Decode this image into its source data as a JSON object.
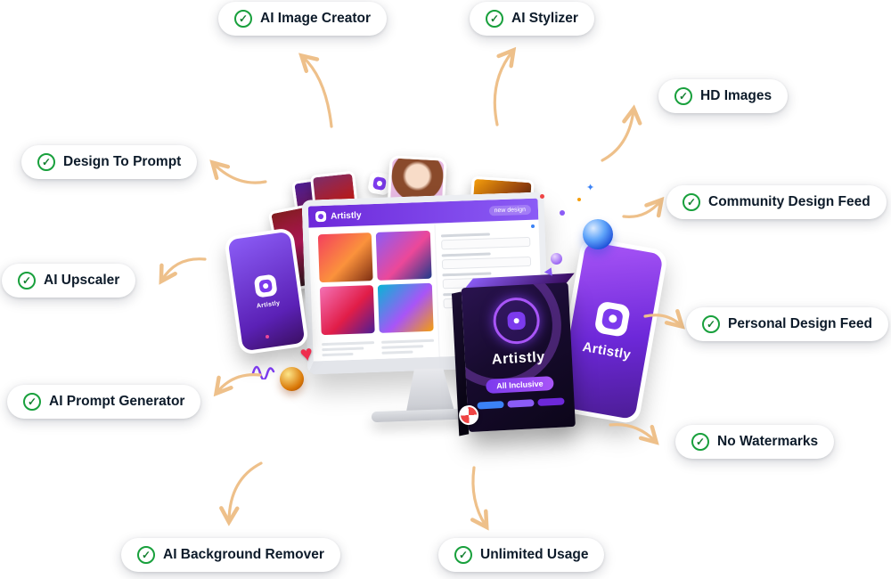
{
  "badges": [
    {
      "label": "AI Image Creator"
    },
    {
      "label": "AI Stylizer"
    },
    {
      "label": "HD Images"
    },
    {
      "label": "Design To Prompt"
    },
    {
      "label": "Community Design Feed"
    },
    {
      "label": "AI Upscaler"
    },
    {
      "label": "Personal Design Feed"
    },
    {
      "label": "AI Prompt Generator"
    },
    {
      "label": "No Watermarks"
    },
    {
      "label": "AI Background Remover"
    },
    {
      "label": "Unlimited Usage"
    }
  ],
  "icons": {
    "check": "✓",
    "heart": "♥",
    "sparkle": "✦"
  },
  "monitor": {
    "app_title": "Artistly",
    "header_action": "new design"
  },
  "phone": {
    "title": "Artistly"
  },
  "tablet": {
    "title": "Artistly"
  },
  "box": {
    "title": "Artistly",
    "ribbon": "All Inclusive"
  },
  "colors": {
    "arrow": "#eec08a",
    "check_green": "#18a03c",
    "brand_purple": "#7c3aed",
    "badge_text": "#0d1b2a"
  }
}
